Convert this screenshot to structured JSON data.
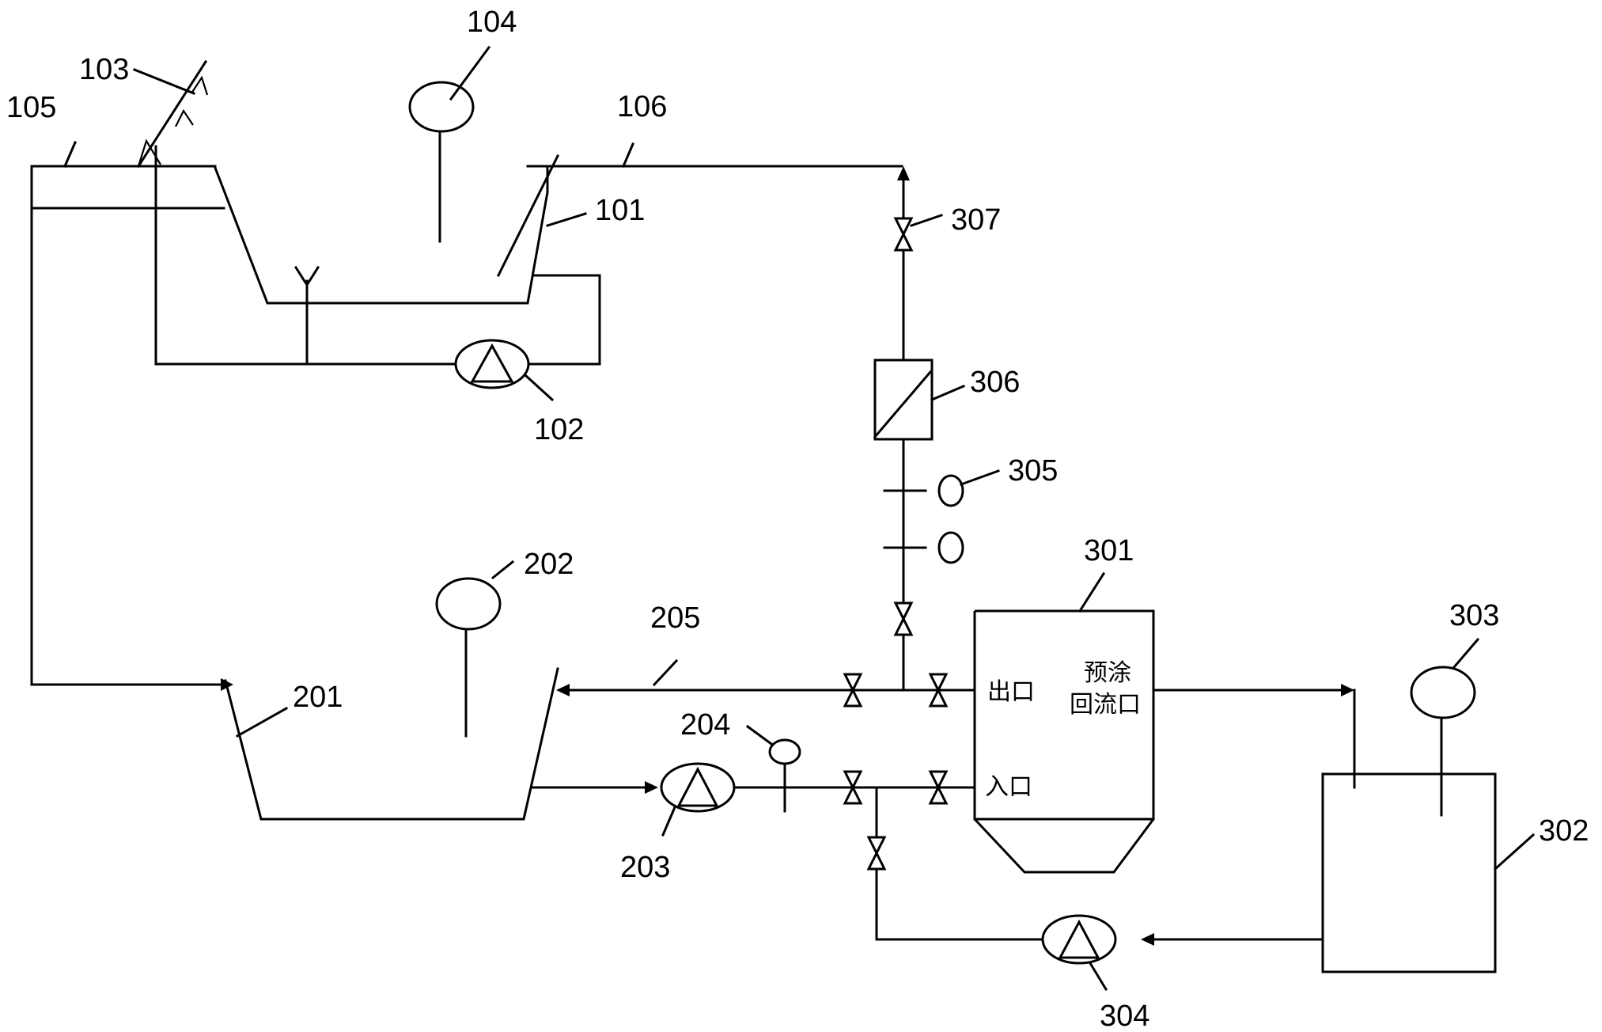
{
  "labels": {
    "l101": "101",
    "l102": "102",
    "l103": "103",
    "l104": "104",
    "l105": "105",
    "l106": "106",
    "l201": "201",
    "l202": "202",
    "l203": "203",
    "l204": "204",
    "l205": "205",
    "l301": "301",
    "l302": "302",
    "l303": "303",
    "l304": "304",
    "l305": "305",
    "l306": "306",
    "l307": "307"
  },
  "ports": {
    "outlet": "出口",
    "inlet": "入口",
    "precoat_line1": "预涂",
    "precoat_line2": "回流口"
  }
}
